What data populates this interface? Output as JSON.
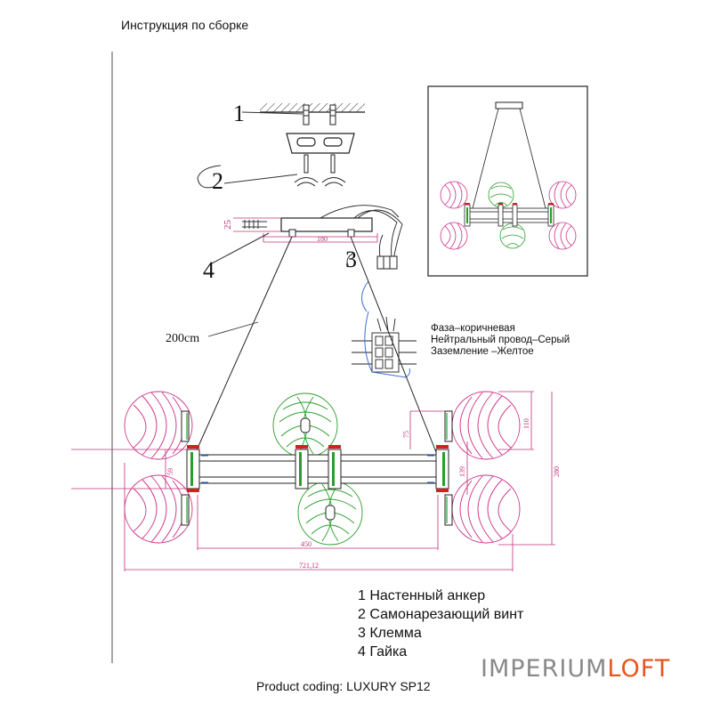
{
  "header": {
    "title": "Инструкция по сборке"
  },
  "callouts": {
    "n1": "1",
    "n2": "2",
    "n3": "3",
    "n4": "4"
  },
  "dimensions": {
    "canopy_height": "25",
    "canopy_width": "180",
    "cable_length": "200cm",
    "arm_height": "75",
    "shade_height": "110",
    "bar_height": "59",
    "body_height": "139",
    "total_height": "280",
    "body_width": "450",
    "total_width": "721,12"
  },
  "wiring": {
    "phase": "Фаза–коричневая",
    "neutral": "Нейтральный провод–Серый",
    "ground": "Заземление –Желтое"
  },
  "legend": {
    "item1": "1 Настенный анкер",
    "item2": "2 Самонарезающий винт",
    "item3": "3 Клемма",
    "item4": "4 Гайка"
  },
  "footer": {
    "product_coding": "Product coding: LUXURY SP12"
  },
  "brand": {
    "part1": "IMPERIUM",
    "part2": "LOFT",
    "color1": "#8a8a8a",
    "color2": "#e8561e"
  },
  "colors": {
    "pink_shade": "#cc2f86",
    "green_shade": "#2a9d2a",
    "dimension": "#c0307a",
    "red_clamp": "#d42020"
  }
}
